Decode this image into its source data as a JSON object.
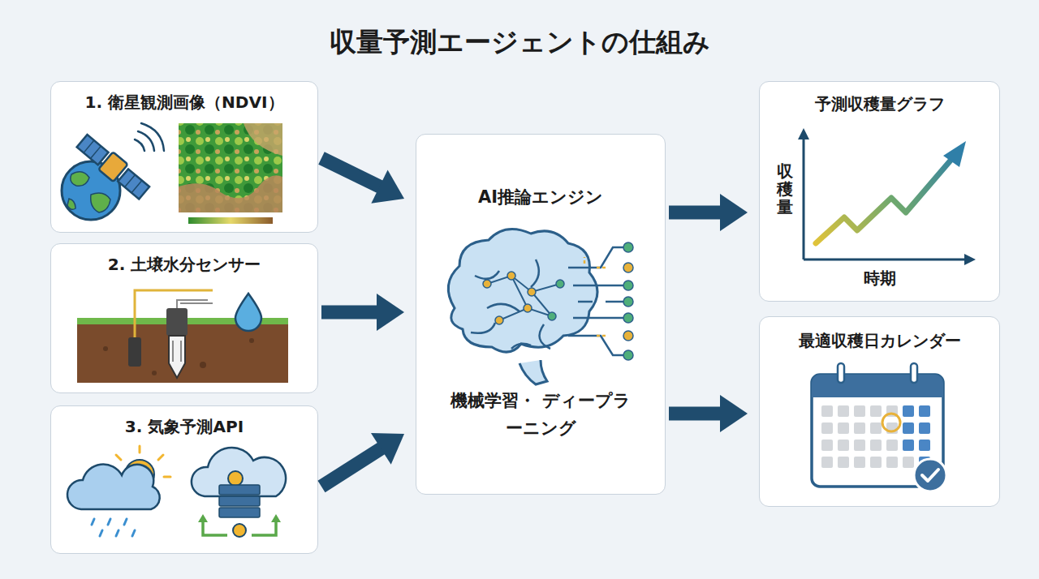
{
  "diagram": {
    "title": "収量予測エージェントの仕組み",
    "nodes": [
      {
        "text": [
          "1. 衛星観測画像（NDVI）"
        ]
      },
      {
        "text": [
          "2. 土壌水分センサー"
        ]
      },
      {
        "text": [
          "3. 気象予測API"
        ]
      },
      {
        "text": [
          "AI推論エンジン",
          "機械学習・ ディープラーニング"
        ]
      },
      {
        "text": [
          "予測収穫量グラフ"
        ]
      },
      {
        "text": [
          "最適収穫日カレンダー"
        ]
      }
    ],
    "edges": [
      {
        "from": 0,
        "to": 3,
        "arrow": "to"
      },
      {
        "from": 1,
        "to": 3,
        "arrow": "to"
      },
      {
        "from": 2,
        "to": 3,
        "arrow": "to"
      },
      {
        "from": 3,
        "to": 4,
        "arrow": "to"
      },
      {
        "from": 3,
        "to": 5,
        "arrow": "to"
      }
    ],
    "labels": [
      "収穫量",
      "時期"
    ]
  }
}
